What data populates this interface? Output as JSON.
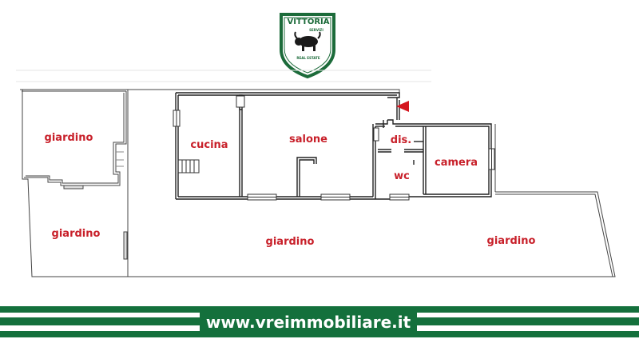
{
  "logo": {
    "brand": "VITTORIA",
    "subtitle": "SERVIZI",
    "motto": "REAL ESTATE",
    "color": "#1c6b3a"
  },
  "rooms": {
    "garden_top_left": "giardino",
    "garden_bottom_left": "giardino",
    "kitchen": "cucina",
    "living": "salone",
    "hall": "dis.",
    "bedroom": "camera",
    "bathroom": "wc",
    "garden_center": "giardino",
    "garden_right": "giardino"
  },
  "label_color": "#c8202a",
  "entrance_marker_color": "#d4161f",
  "footer": {
    "url": "www.vreimmobiliare.it",
    "band_color": "#14703c"
  }
}
